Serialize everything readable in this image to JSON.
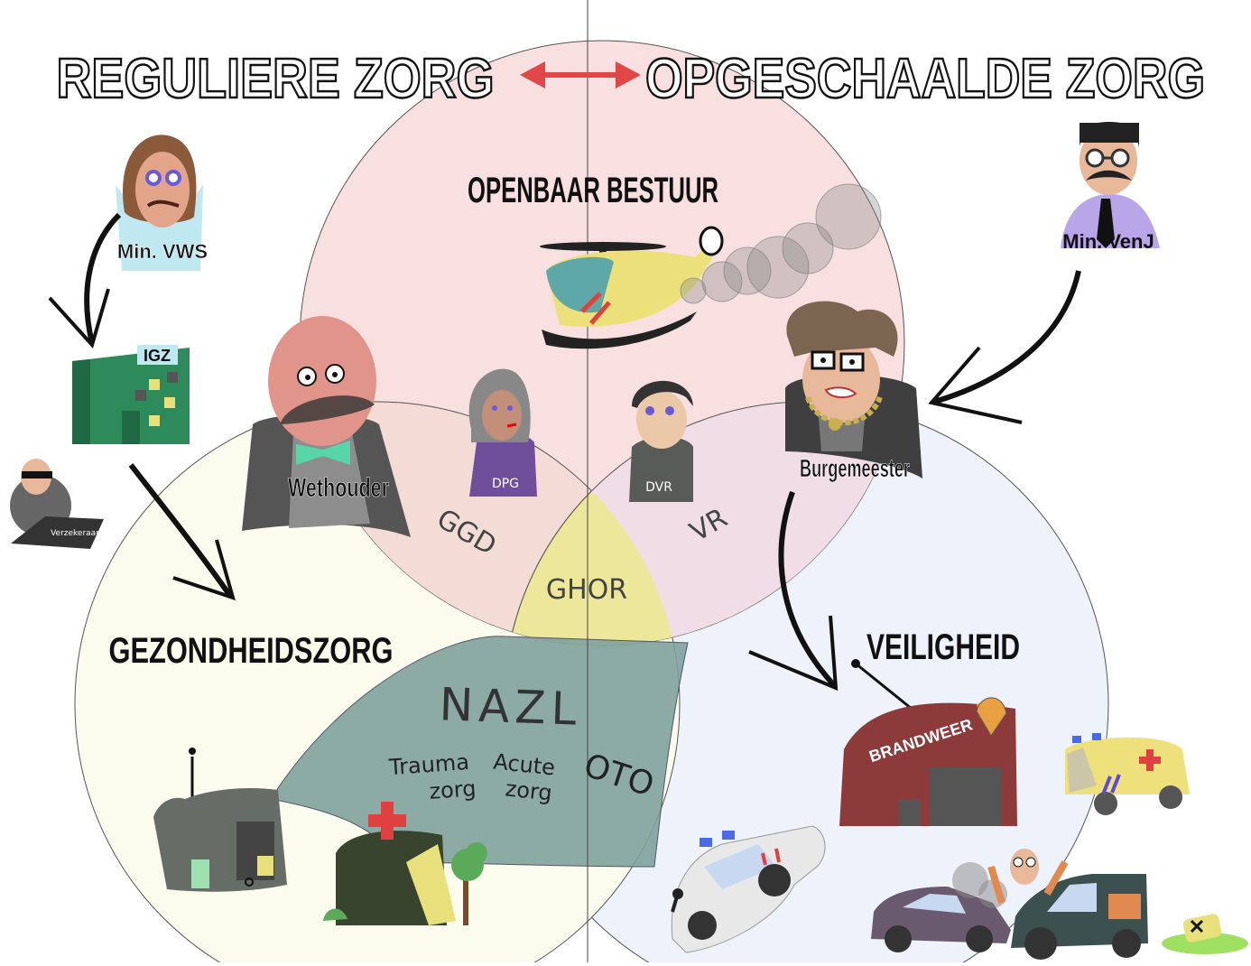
{
  "headers": {
    "left": "REGULIERE ZORG",
    "right": "OPGESCHAALDE ZORG"
  },
  "domains": {
    "top": "OPENBAAR BESTUUR",
    "left": "GEZONDHEIDSZORG",
    "right": "VEILIGHEID"
  },
  "overlaps": {
    "ggd": "GGD",
    "vr": "VR",
    "ghor": "GHOR"
  },
  "nazl": {
    "title": "NAZL",
    "trauma_line1": "Trauma",
    "trauma_line2": "zorg",
    "acute_line1": "Acute",
    "acute_line2": "zorg",
    "oto": "OTO"
  },
  "people": {
    "min_vws": "Min. VWS",
    "min_venj": "Min. VenJ",
    "wethouder": "Wethouder",
    "burgemeester": "Burgemeester",
    "dpg": "DPG",
    "dvr": "DVR",
    "verzekeraar": "Verzekeraar"
  },
  "objects": {
    "igz": "IGZ",
    "brandweer": "BRANDWEER"
  },
  "colors": {
    "circle_top": "#f9e0e0",
    "circle_left": "#fbfbee",
    "circle_right": "#eef2fb",
    "overlap_ggd": "#f4dcd6",
    "overlap_vr": "#f0dde6",
    "ghor": "#ece79a",
    "nazl": "#7d9f9b",
    "arrow_red": "#e04848"
  }
}
